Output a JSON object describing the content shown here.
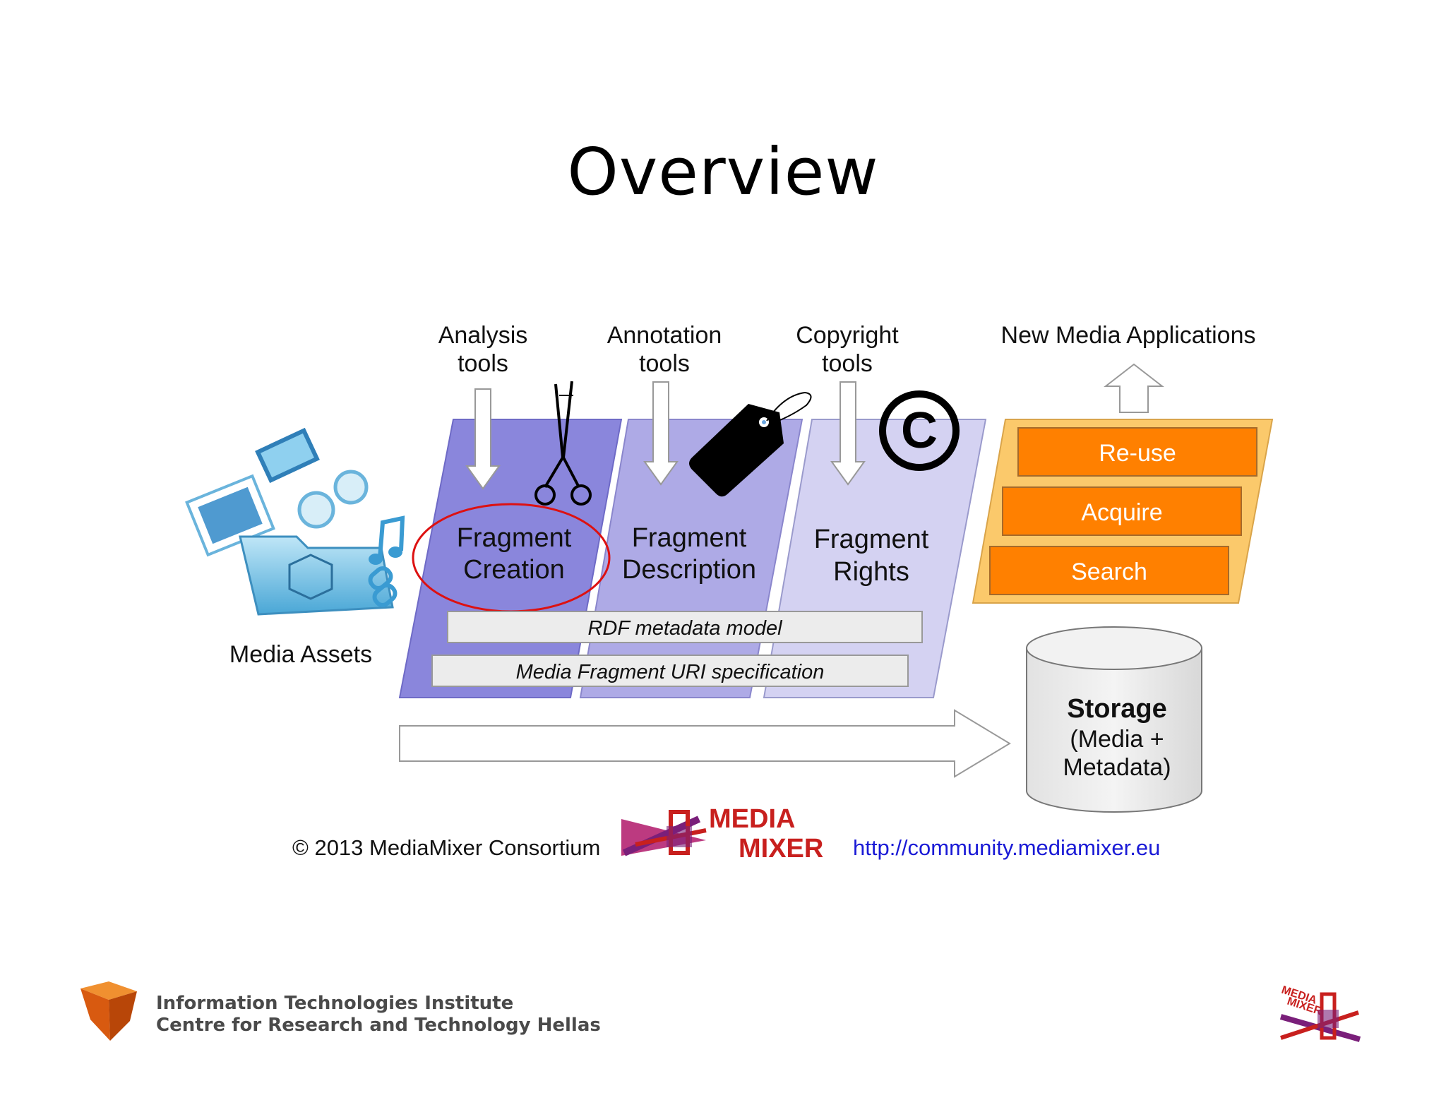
{
  "slide": {
    "title": "Overview"
  },
  "tools": {
    "analysis": [
      "Analysis",
      "tools"
    ],
    "annotation": [
      "Annotation",
      "tools"
    ],
    "copyright": [
      "Copyright",
      "tools"
    ],
    "new_media": "New Media Applications"
  },
  "media_assets_label": "Media Assets",
  "panels": {
    "creation": [
      "Fragment",
      "Creation"
    ],
    "description": [
      "Fragment",
      "Description"
    ],
    "rights": [
      "Fragment",
      "Rights"
    ]
  },
  "bars": {
    "rdf": "RDF metadata  model",
    "uri": "Media Fragment URI specification"
  },
  "apps": [
    "Re-use",
    "Acquire",
    "Search"
  ],
  "storage": {
    "title": "Storage",
    "line1": "(Media +",
    "line2": "Metadata)"
  },
  "credits": {
    "copyright": "© 2013 MediaMixer  Consortium",
    "logo_line1": "MEDIA",
    "logo_line2": "MIXER",
    "url": "http://community.mediamixer.eu"
  },
  "footer": {
    "line1": "Information Technologies Institute",
    "line2": "Centre for Research and Technology Hellas",
    "small_logo_line1": "MEDIA",
    "small_logo_line2": "MIXER"
  },
  "colors": {
    "panel1": "#8a86dc",
    "panel2": "#aeaae6",
    "panel3": "#d4d2f2",
    "apps_bg": "#fbc96b",
    "app_button": "#ff8000",
    "highlight_circle": "#dd1111",
    "url": "#1a1ad6",
    "logo_red": "#c8201e"
  },
  "icons": [
    "scissors-icon",
    "price-tag-icon",
    "copyright-icon",
    "media-assets-folder-icon",
    "up-arrow-icon",
    "flow-arrow-icon",
    "storage-cylinder-icon",
    "mediamixer-logo",
    "iti-cube-logo"
  ]
}
